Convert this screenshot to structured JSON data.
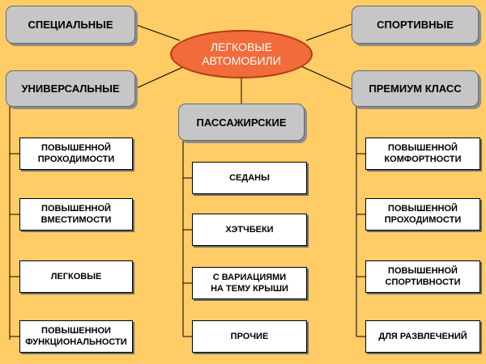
{
  "center": "ЛЕГКОВЫЕ\nАВТОМОБИЛИ",
  "categories": {
    "special": "СПЕЦИАЛЬНЫЕ",
    "sport": "СПОРТИВНЫЕ",
    "universal": "УНИВЕРСАЛЬНЫЕ",
    "passenger": "ПАССАЖИРСКИЕ",
    "premium": "ПРЕМИУМ КЛАСС"
  },
  "universal_items": [
    "ПОВЫШЕННОЙ\nПРОХОДИМОСТИ",
    "ПОВЫШЕННОЙ\nВМЕСТИМОСТИ",
    "ЛЕГКОВЫЕ",
    "ПОВЫШЕННОИ\nФУНКЦИОНАЛЬНОСТИ"
  ],
  "passenger_items": [
    "СЕДАНЫ",
    "ХЭТЧБЕКИ",
    "С ВАРИАЦИЯМИ\nНА ТЕМУ КРЫШИ",
    "ПРОЧИЕ"
  ],
  "premium_items": [
    "ПОВЫШЕННОЙ\nКОМФОРТНОСТИ",
    "ПОВЫШЕННОЙ\nПРОХОДИМОСТИ",
    "ПОВЫШЕННОЙ\nСПОРТИВНОСТИ",
    "ДЛЯ РАЗВЛЕЧЕНИЙ"
  ],
  "colors": {
    "background": "#FFCC66",
    "center_fill": "#F26B3A",
    "category_fill": "#C6C6C6",
    "leaf_fill": "#FFFFFF"
  }
}
